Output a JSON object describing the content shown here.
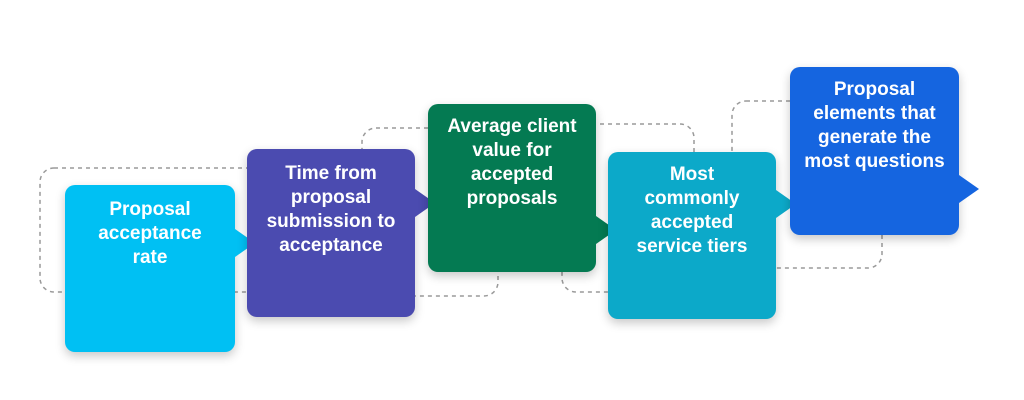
{
  "diagram": {
    "steps": [
      {
        "label": "Proposal acceptance rate",
        "color": "#00C0F3"
      },
      {
        "label": "Time from proposal submission to acceptance",
        "color": "#4B4BB0"
      },
      {
        "label": "Average client value for accepted proposals",
        "color": "#047A52"
      },
      {
        "label": "Most commonly accepted service tiers",
        "color": "#0CA9C9"
      },
      {
        "label": "Proposal elements that generate the most questions",
        "color": "#1565E0"
      }
    ]
  }
}
